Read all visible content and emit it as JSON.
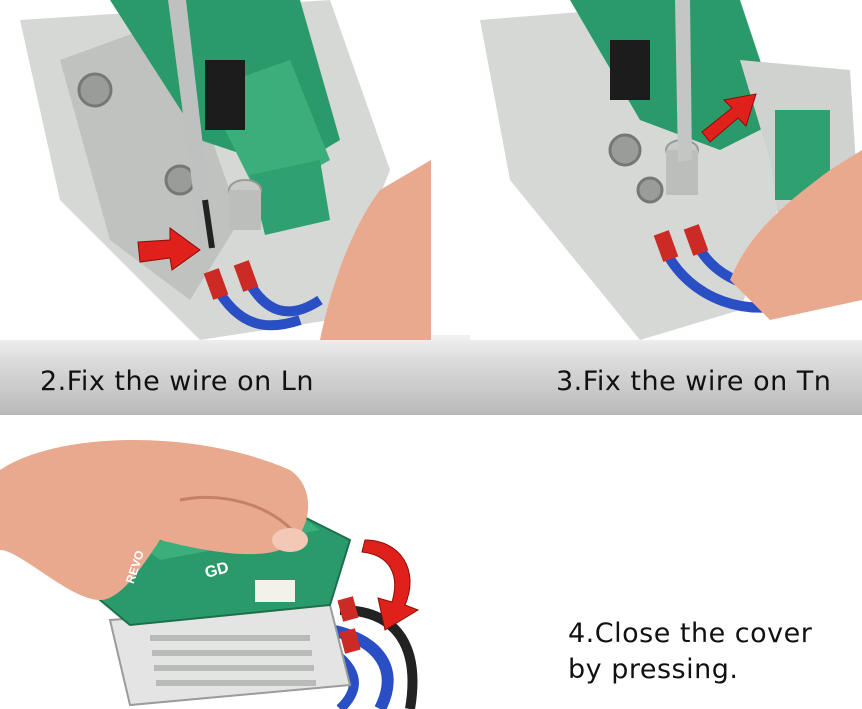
{
  "steps": [
    {
      "number": "2",
      "caption": "2.Fix the wire on Ln"
    },
    {
      "number": "3",
      "caption": "3.Fix the wire on Tn"
    },
    {
      "number": "4",
      "caption_line1": "4.Close the cover",
      "caption_line2": "by pressing."
    }
  ],
  "device": {
    "brand_label": "REVO",
    "logo_text": "GD"
  },
  "colors": {
    "device_green": "#2a9a6a",
    "arrow_red": "#e0201a",
    "housing_grey": "#d6d8d6",
    "skin": "#e9a98f",
    "wire_blue": "#2a4fc4"
  }
}
